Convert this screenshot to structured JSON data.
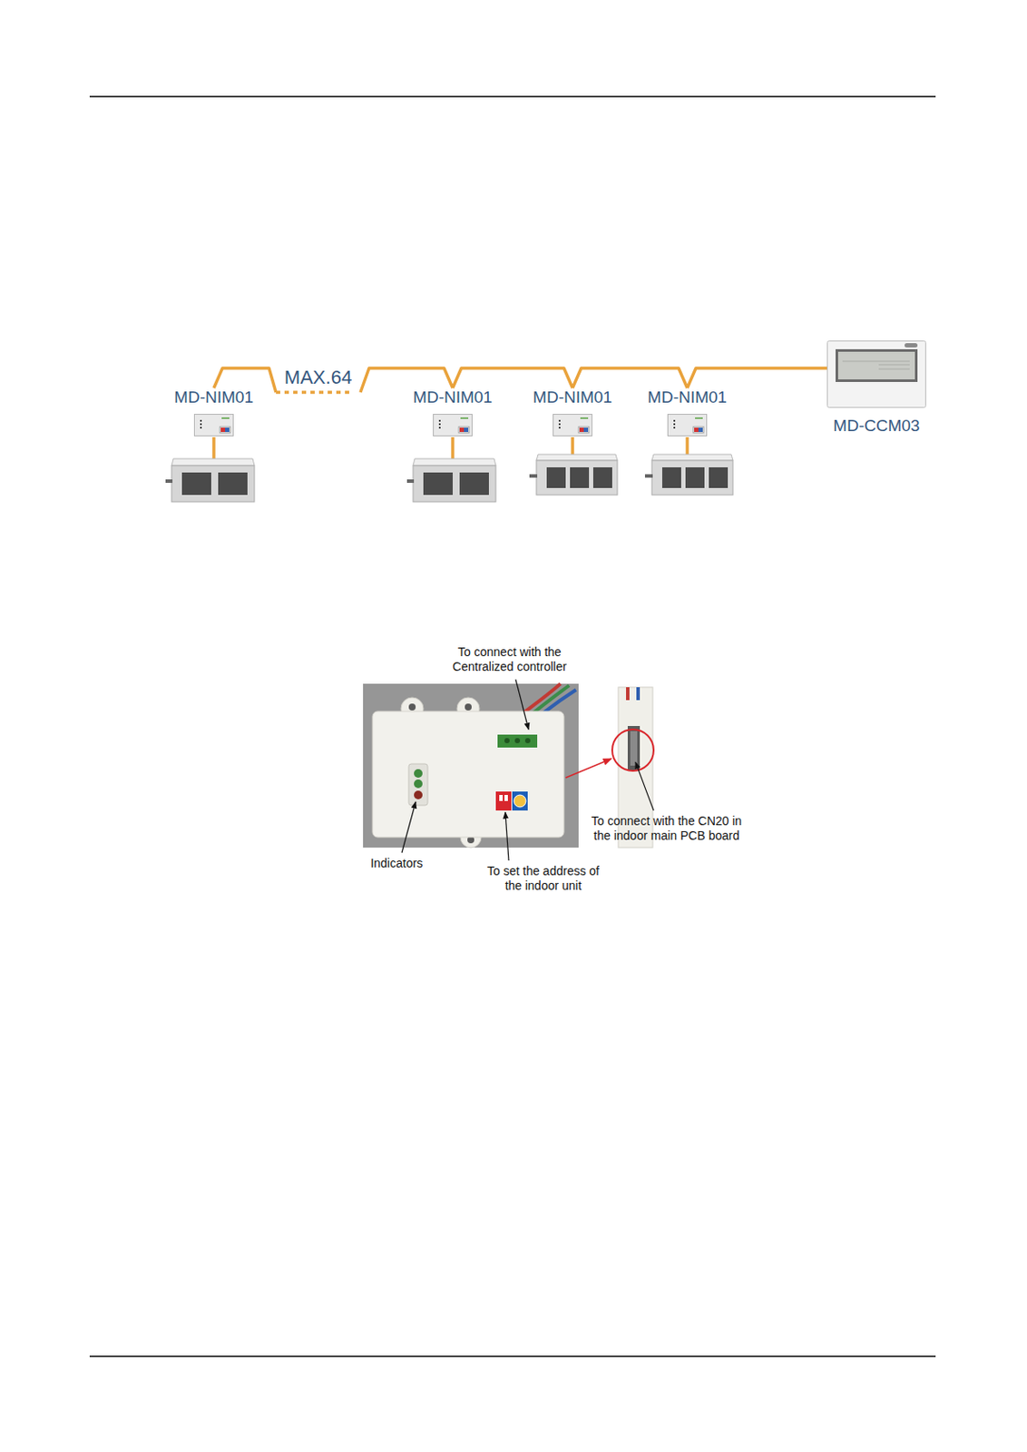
{
  "diagram": {
    "nodes": [
      {
        "text": [
          "MD-NIM01"
        ]
      },
      {
        "text": [
          "MD-NIM01"
        ]
      },
      {
        "text": [
          "MD-NIM01"
        ]
      },
      {
        "text": [
          "MD-NIM01"
        ]
      },
      {
        "text": [
          "MD-CCM03"
        ]
      }
    ],
    "edges": [
      {
        "from": 0,
        "to": 1,
        "arrow": "none",
        "label": "MAX.64"
      },
      {
        "from": 1,
        "to": 2,
        "arrow": "none"
      },
      {
        "from": 2,
        "to": 3,
        "arrow": "none"
      },
      {
        "from": 3,
        "to": 4,
        "arrow": "none"
      }
    ],
    "labels": [
      "To connect with the Centralized controller",
      "Indicators",
      "To set the address of the indoor unit",
      "To connect with the CN20 in the indoor main PCB board"
    ]
  }
}
